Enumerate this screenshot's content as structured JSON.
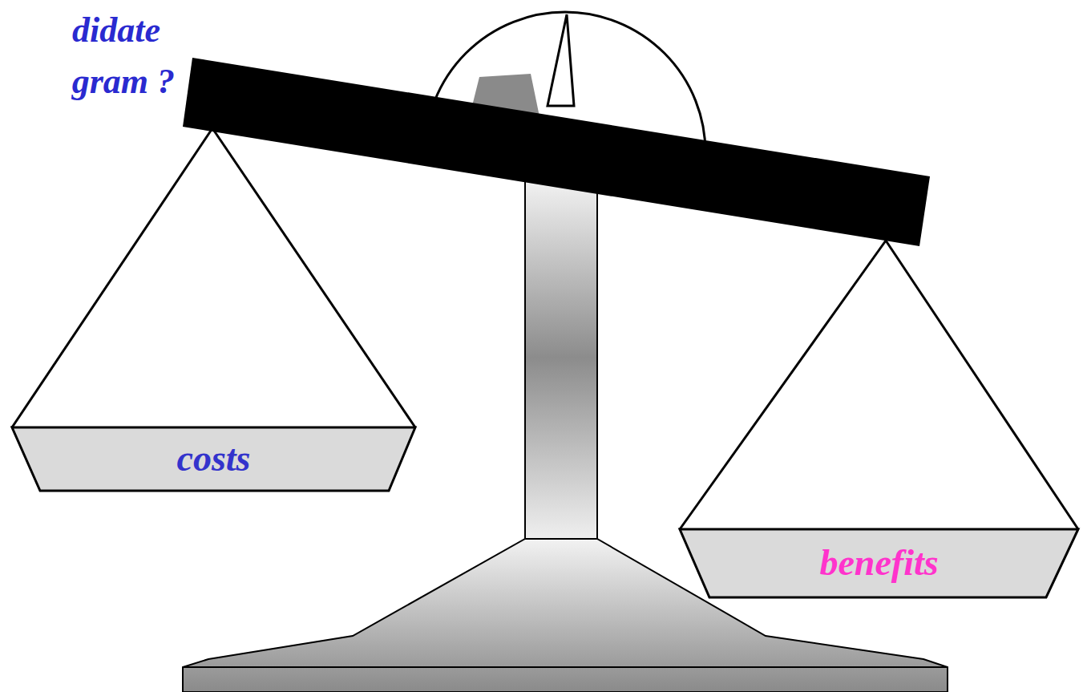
{
  "diagram": {
    "nodes": [
      {
        "text": [
          "costs"
        ]
      },
      {
        "text": [
          "benefits"
        ]
      }
    ],
    "labels": [
      "didate",
      "gram ?"
    ]
  }
}
